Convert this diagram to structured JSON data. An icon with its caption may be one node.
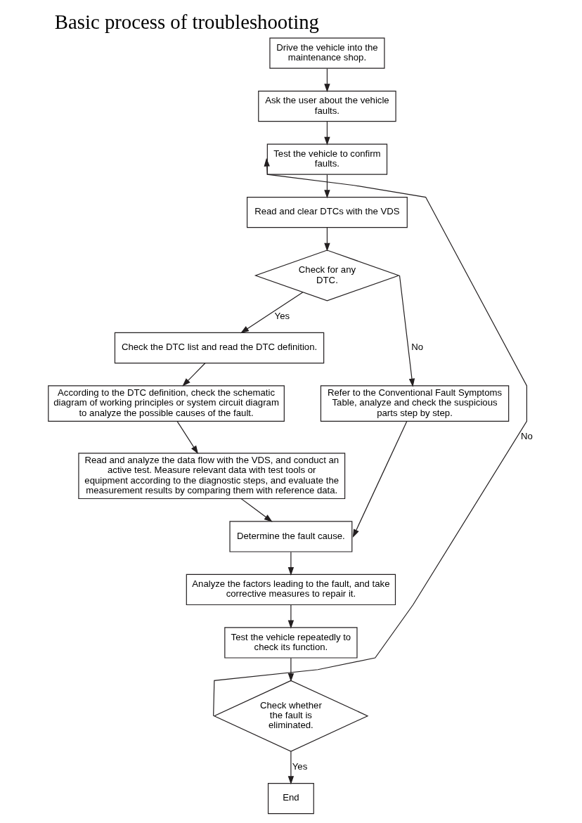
{
  "diagram": {
    "title": "Basic process of troubleshooting",
    "nodes": [
      {
        "text": [
          "Drive the vehicle into the maintenance shop."
        ]
      },
      {
        "text": [
          "Ask the user about the vehicle faults."
        ]
      },
      {
        "text": [
          "Test the vehicle to confirm faults."
        ]
      },
      {
        "text": [
          "Read and clear DTCs with the VDS"
        ]
      },
      {
        "text": [
          "Check for any DTC."
        ]
      },
      {
        "text": [
          "Check the DTC list and read the DTC definition."
        ]
      },
      {
        "text": [
          "According to the DTC definition, check the schematic diagram of working principles or system circuit diagram to analyze the possible causes of the fault."
        ]
      },
      {
        "text": [
          "Refer to the Conventional Fault Symptoms Table, analyze and check the suspicious parts step by step."
        ]
      },
      {
        "text": [
          "Read and analyze the data flow with the VDS, and conduct an active test. Measure relevant data with test tools or equipment according to the diagnostic steps, and evaluate the measurement results by comparing them with reference data."
        ]
      },
      {
        "text": [
          "Determine the fault cause."
        ]
      },
      {
        "text": [
          "Analyze the factors leading to the fault, and take corrective measures to repair it."
        ]
      },
      {
        "text": [
          "Test the vehicle repeatedly to check its function."
        ]
      },
      {
        "text": [
          "Check whether the fault is eliminated."
        ]
      },
      {
        "text": [
          "End"
        ]
      }
    ],
    "edges": [
      {
        "from": 0,
        "to": 1,
        "arrow": "to"
      },
      {
        "from": 1,
        "to": 2,
        "arrow": "to"
      },
      {
        "from": 2,
        "to": 3,
        "arrow": "to"
      },
      {
        "from": 3,
        "to": 4,
        "arrow": "to"
      },
      {
        "from": 4,
        "to": 5,
        "arrow": "to",
        "label": "Yes"
      },
      {
        "from": 4,
        "to": 7,
        "arrow": "to",
        "label": "No"
      },
      {
        "from": 5,
        "to": 6,
        "arrow": "to"
      },
      {
        "from": 6,
        "to": 8,
        "arrow": "to"
      },
      {
        "from": 7,
        "to": 9,
        "arrow": "to"
      },
      {
        "from": 8,
        "to": 9,
        "arrow": "to"
      },
      {
        "from": 9,
        "to": 10,
        "arrow": "to"
      },
      {
        "from": 10,
        "to": 11,
        "arrow": "to"
      },
      {
        "from": 11,
        "to": 12,
        "arrow": "to"
      },
      {
        "from": 12,
        "to": 13,
        "arrow": "to",
        "label": "Yes"
      },
      {
        "from": 12,
        "to": 2,
        "arrow": "to",
        "label": "No"
      }
    ]
  }
}
